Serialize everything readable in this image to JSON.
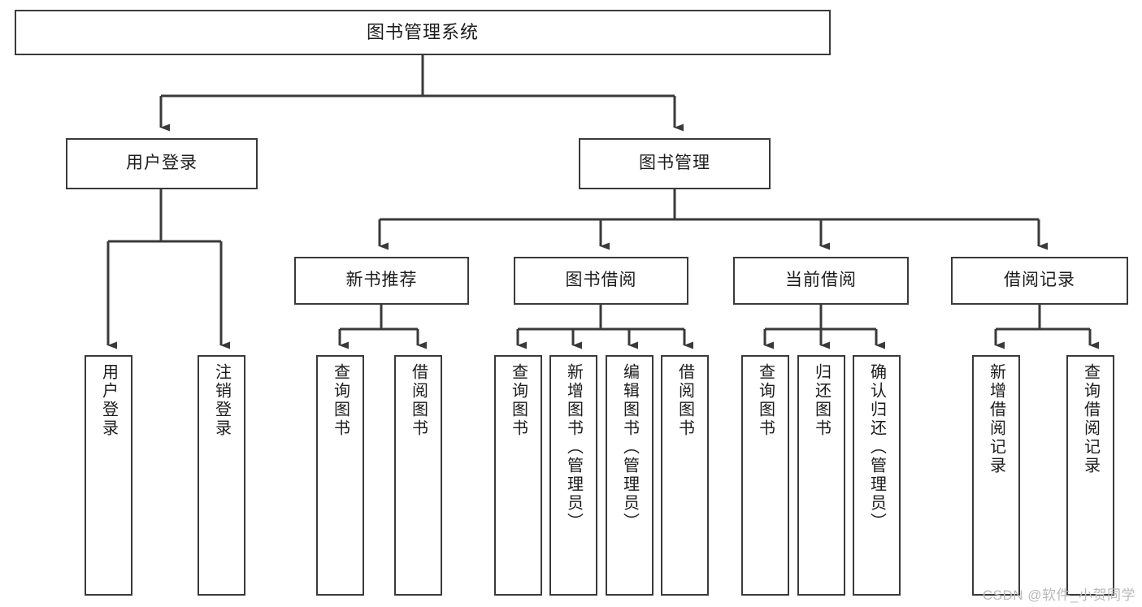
{
  "diagram": {
    "type": "tree-hierarchy",
    "title": "图书管理系统",
    "watermark": "CSDN @软件_小贺同学",
    "colors": {
      "stroke": "#3a3a3a",
      "fill": "#ffffff",
      "text": "#1c1c1c",
      "watermark": "#b9b9b9"
    },
    "nodes": {
      "root": {
        "label": "图书管理系统"
      },
      "level2": [
        {
          "id": "user-login",
          "label": "用户登录"
        },
        {
          "id": "book-manage",
          "label": "图书管理"
        }
      ],
      "level3": [
        {
          "id": "new-book-recommend",
          "label": "新书推荐"
        },
        {
          "id": "book-borrow",
          "label": "图书借阅"
        },
        {
          "id": "current-borrow",
          "label": "当前借阅"
        },
        {
          "id": "borrow-record",
          "label": "借阅记录"
        }
      ],
      "leaves": {
        "user_login": [
          {
            "id": "leaf-user-login",
            "label": "用户登录"
          },
          {
            "id": "leaf-logout",
            "label": "注销登录"
          }
        ],
        "new_book_recommend": [
          {
            "id": "leaf-query-book-1",
            "label": "查询图书"
          },
          {
            "id": "leaf-borrow-book-1",
            "label": "借阅图书"
          }
        ],
        "book_borrow": [
          {
            "id": "leaf-query-book-2",
            "label": "查询图书"
          },
          {
            "id": "leaf-add-book",
            "label": "新增图书（管理员）"
          },
          {
            "id": "leaf-edit-book",
            "label": "编辑图书（管理员）"
          },
          {
            "id": "leaf-borrow-book-2",
            "label": "借阅图书"
          }
        ],
        "current_borrow": [
          {
            "id": "leaf-query-book-3",
            "label": "查询图书"
          },
          {
            "id": "leaf-return-book",
            "label": "归还图书"
          },
          {
            "id": "leaf-confirm-return",
            "label": "确认归还（管理员）"
          }
        ],
        "borrow_record": [
          {
            "id": "leaf-add-record",
            "label": "新增借阅记录"
          },
          {
            "id": "leaf-query-record",
            "label": "查询借阅记录"
          }
        ]
      }
    }
  }
}
